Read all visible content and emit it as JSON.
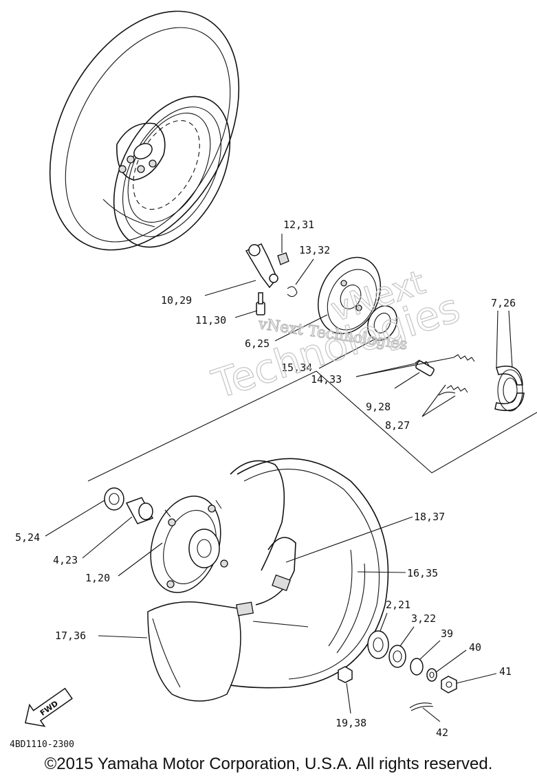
{
  "diagram_code": "4BD1110-2300",
  "copyright": "©2015 Yamaha Motor Corporation, U.S.A. All rights reserved.",
  "watermark": {
    "line1": "vNext Technologies",
    "line2": "vNext",
    "line3": "Technologies"
  },
  "fwd_arrow_label": "FWD",
  "part_labels": [
    {
      "id": "p12",
      "text": "12,31"
    },
    {
      "id": "p13",
      "text": "13,32"
    },
    {
      "id": "p10",
      "text": "10,29"
    },
    {
      "id": "p11",
      "text": "11,30"
    },
    {
      "id": "p6",
      "text": "6,25"
    },
    {
      "id": "p7",
      "text": "7,26"
    },
    {
      "id": "p15",
      "text": "15,34"
    },
    {
      "id": "p14",
      "text": "14,33"
    },
    {
      "id": "p9",
      "text": "9,28"
    },
    {
      "id": "p8",
      "text": "8,27"
    },
    {
      "id": "p18",
      "text": "18,37"
    },
    {
      "id": "p5",
      "text": "5,24"
    },
    {
      "id": "p4",
      "text": "4,23"
    },
    {
      "id": "p16",
      "text": "16,35"
    },
    {
      "id": "p1",
      "text": "1,20"
    },
    {
      "id": "p2",
      "text": "2,21"
    },
    {
      "id": "p3",
      "text": "3,22"
    },
    {
      "id": "p39",
      "text": "39"
    },
    {
      "id": "p17",
      "text": "17,36"
    },
    {
      "id": "p40",
      "text": "40"
    },
    {
      "id": "p41",
      "text": "41"
    },
    {
      "id": "p19",
      "text": "19,38"
    },
    {
      "id": "p42",
      "text": "42"
    }
  ]
}
